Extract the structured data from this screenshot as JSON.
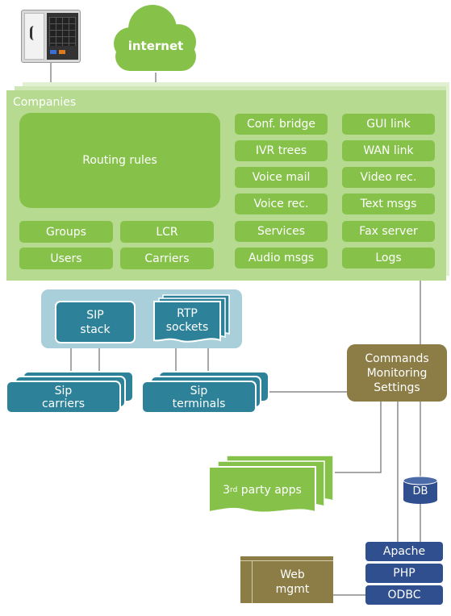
{
  "internet": "internet",
  "companies": {
    "title": "Companies",
    "routing_rules": "Routing rules",
    "left_buttons": [
      "Groups",
      "LCR",
      "Users",
      "Carriers"
    ],
    "mid_buttons": [
      "Conf. bridge",
      "IVR trees",
      "Voice mail",
      "Voice rec.",
      "Services",
      "Audio msgs"
    ],
    "right_buttons": [
      "GUI link",
      "WAN link",
      "Video rec.",
      "Text msgs",
      "Fax server",
      "Logs"
    ]
  },
  "sip_stack": {
    "line1": "SIP",
    "line2": "stack"
  },
  "rtp_sockets": {
    "line1": "RTP",
    "line2": "sockets"
  },
  "sip_carriers": {
    "line1": "Sip",
    "line2": "carriers"
  },
  "sip_terminals": {
    "line1": "Sip",
    "line2": "terminals"
  },
  "commands": {
    "line1": "Commands",
    "line2": "Monitoring",
    "line3": "Settings"
  },
  "third_party": {
    "prefix": "3",
    "sup": "rd",
    "suffix": " party apps"
  },
  "db": "DB",
  "stack": [
    "Apache",
    "PHP",
    "ODBC"
  ],
  "web_mgmt": {
    "line1": "Web",
    "line2": "mgmt"
  },
  "colors": {
    "green": "#86c24a",
    "teal": "#2d8299",
    "olive": "#8c7c45",
    "navy": "#2f4f8f"
  }
}
